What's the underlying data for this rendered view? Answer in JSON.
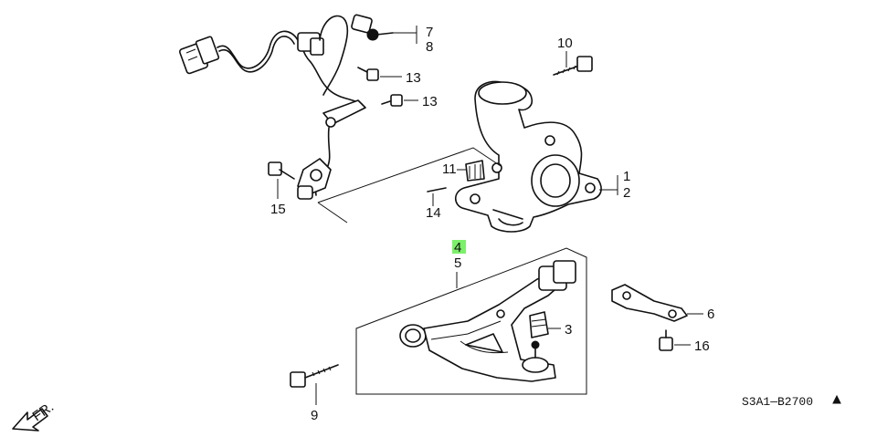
{
  "callouts": {
    "p1": "1",
    "p2": "2",
    "p3": "3",
    "p4": "4",
    "p5": "5",
    "p6": "6",
    "p7": "7",
    "p8": "8",
    "p9": "9",
    "p10": "10",
    "p11": "11",
    "p13a": "13",
    "p13b": "13",
    "p14": "14",
    "p15": "15",
    "p16": "16"
  },
  "highlighted_part": "4",
  "highlight_color": "#7cf06a",
  "diagram_code": "S3A1—B2700",
  "front_arrow_text": "FR."
}
